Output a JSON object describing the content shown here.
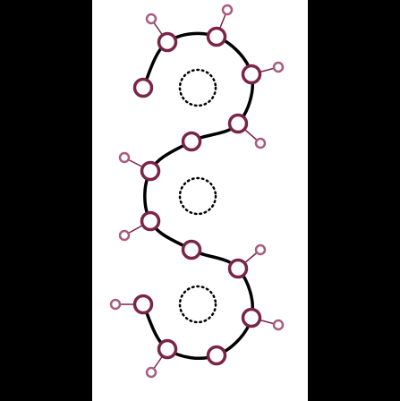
{
  "colors": {
    "background": "#000000",
    "panel": "#ffffff",
    "backbone": "#000000",
    "atom_ring": "#7a2448",
    "atom_fill": "#ffffff",
    "hydrogen_ring": "#a85c80",
    "bond": "#7a2448",
    "ring_center_dots": "#000000"
  },
  "atoms": [
    {
      "id": "a1",
      "hydrogens": 0
    },
    {
      "id": "a2",
      "hydrogens": 1
    },
    {
      "id": "a3",
      "hydrogens": 1
    },
    {
      "id": "a4",
      "hydrogens": 1
    },
    {
      "id": "a5",
      "hydrogens": 1
    },
    {
      "id": "a6",
      "hydrogens": 0
    },
    {
      "id": "a7",
      "hydrogens": 1
    },
    {
      "id": "a8",
      "hydrogens": 1
    },
    {
      "id": "a9",
      "hydrogens": 0
    },
    {
      "id": "a10",
      "hydrogens": 1
    },
    {
      "id": "a11",
      "hydrogens": 1
    },
    {
      "id": "a12",
      "hydrogens": 0
    },
    {
      "id": "a13",
      "hydrogens": 1
    },
    {
      "id": "a14",
      "hydrogens": 1
    }
  ],
  "ring_centers": [
    {
      "id": "ring-top"
    },
    {
      "id": "ring-middle"
    },
    {
      "id": "ring-bottom"
    }
  ]
}
